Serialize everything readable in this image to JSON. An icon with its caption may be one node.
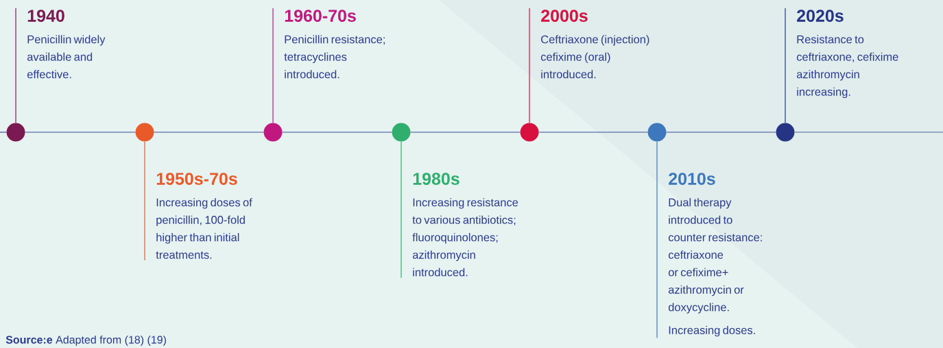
{
  "diagram": {
    "nodes": [
      {
        "text": [
          "1940",
          "Penicillin widely available and effective."
        ]
      },
      {
        "text": [],
        "shape": "circle"
      },
      {
        "text": [
          "1950s-70s",
          "Increasing doses of penicillin, 100-fold higher than initial treatments."
        ]
      },
      {
        "text": [],
        "shape": "circle"
      },
      {
        "text": [
          "1960-70s",
          "Penicillin resistance; tetracyclines introduced."
        ]
      },
      {
        "text": [],
        "shape": "circle"
      },
      {
        "text": [
          "1980s",
          "Increasing resistance to various antibiotics; fluoroquinolones; azithromycin introduced."
        ]
      },
      {
        "text": [],
        "shape": "circle"
      },
      {
        "text": [
          "2000s",
          "Ceftriaxone (injection) cefixime (oral) introduced."
        ]
      },
      {
        "text": [],
        "shape": "circle"
      },
      {
        "text": [
          "2010s",
          "Dual therapy introduced to counter resistance: ceftriaxone or cefixime+ azithromycin or doxycycline.",
          "Increasing doses."
        ]
      },
      {
        "text": [],
        "shape": "circle"
      },
      {
        "text": [
          "2020s",
          "Resistance to ceftriaxone, cefixime azithromycin increasing."
        ]
      },
      {
        "text": [],
        "shape": "circle"
      }
    ],
    "edges": [
      {
        "from": 1,
        "to": 0,
        "arrow": "none",
        "color": "#7b1a52"
      },
      {
        "from": 3,
        "to": 2,
        "arrow": "none",
        "color": "#e85a2a"
      },
      {
        "from": 5,
        "to": 4,
        "arrow": "none",
        "color": "#c0187f"
      },
      {
        "from": 7,
        "to": 6,
        "arrow": "none",
        "color": "#2fae6e"
      },
      {
        "from": 9,
        "to": 8,
        "arrow": "none",
        "color": "#d8103f"
      },
      {
        "from": 11,
        "to": 10,
        "arrow": "none",
        "color": "#3d78bd"
      },
      {
        "from": 13,
        "to": 12,
        "arrow": "none",
        "color": "#253584"
      },
      {
        "from": null,
        "to": 1,
        "arrow": "none",
        "color": "#3a4a94"
      },
      {
        "from": 1,
        "to": 3,
        "arrow": "none",
        "color": "#3a4a94"
      },
      {
        "from": 3,
        "to": 5,
        "arrow": "none",
        "color": "#3a4a94"
      },
      {
        "from": 5,
        "to": 7,
        "arrow": "none",
        "color": "#3a4a94"
      },
      {
        "from": 7,
        "to": 9,
        "arrow": "none",
        "color": "#3a4a94"
      },
      {
        "from": 9,
        "to": 11,
        "arrow": "none",
        "color": "#3a4a94"
      },
      {
        "from": 11,
        "to": 13,
        "arrow": "none",
        "color": "#3a4a94"
      },
      {
        "from": 13,
        "to": null,
        "arrow": "none",
        "color": "#3a4a94"
      }
    ],
    "labels": [
      "**Source:e** Adapted from (18) (19)"
    ]
  }
}
